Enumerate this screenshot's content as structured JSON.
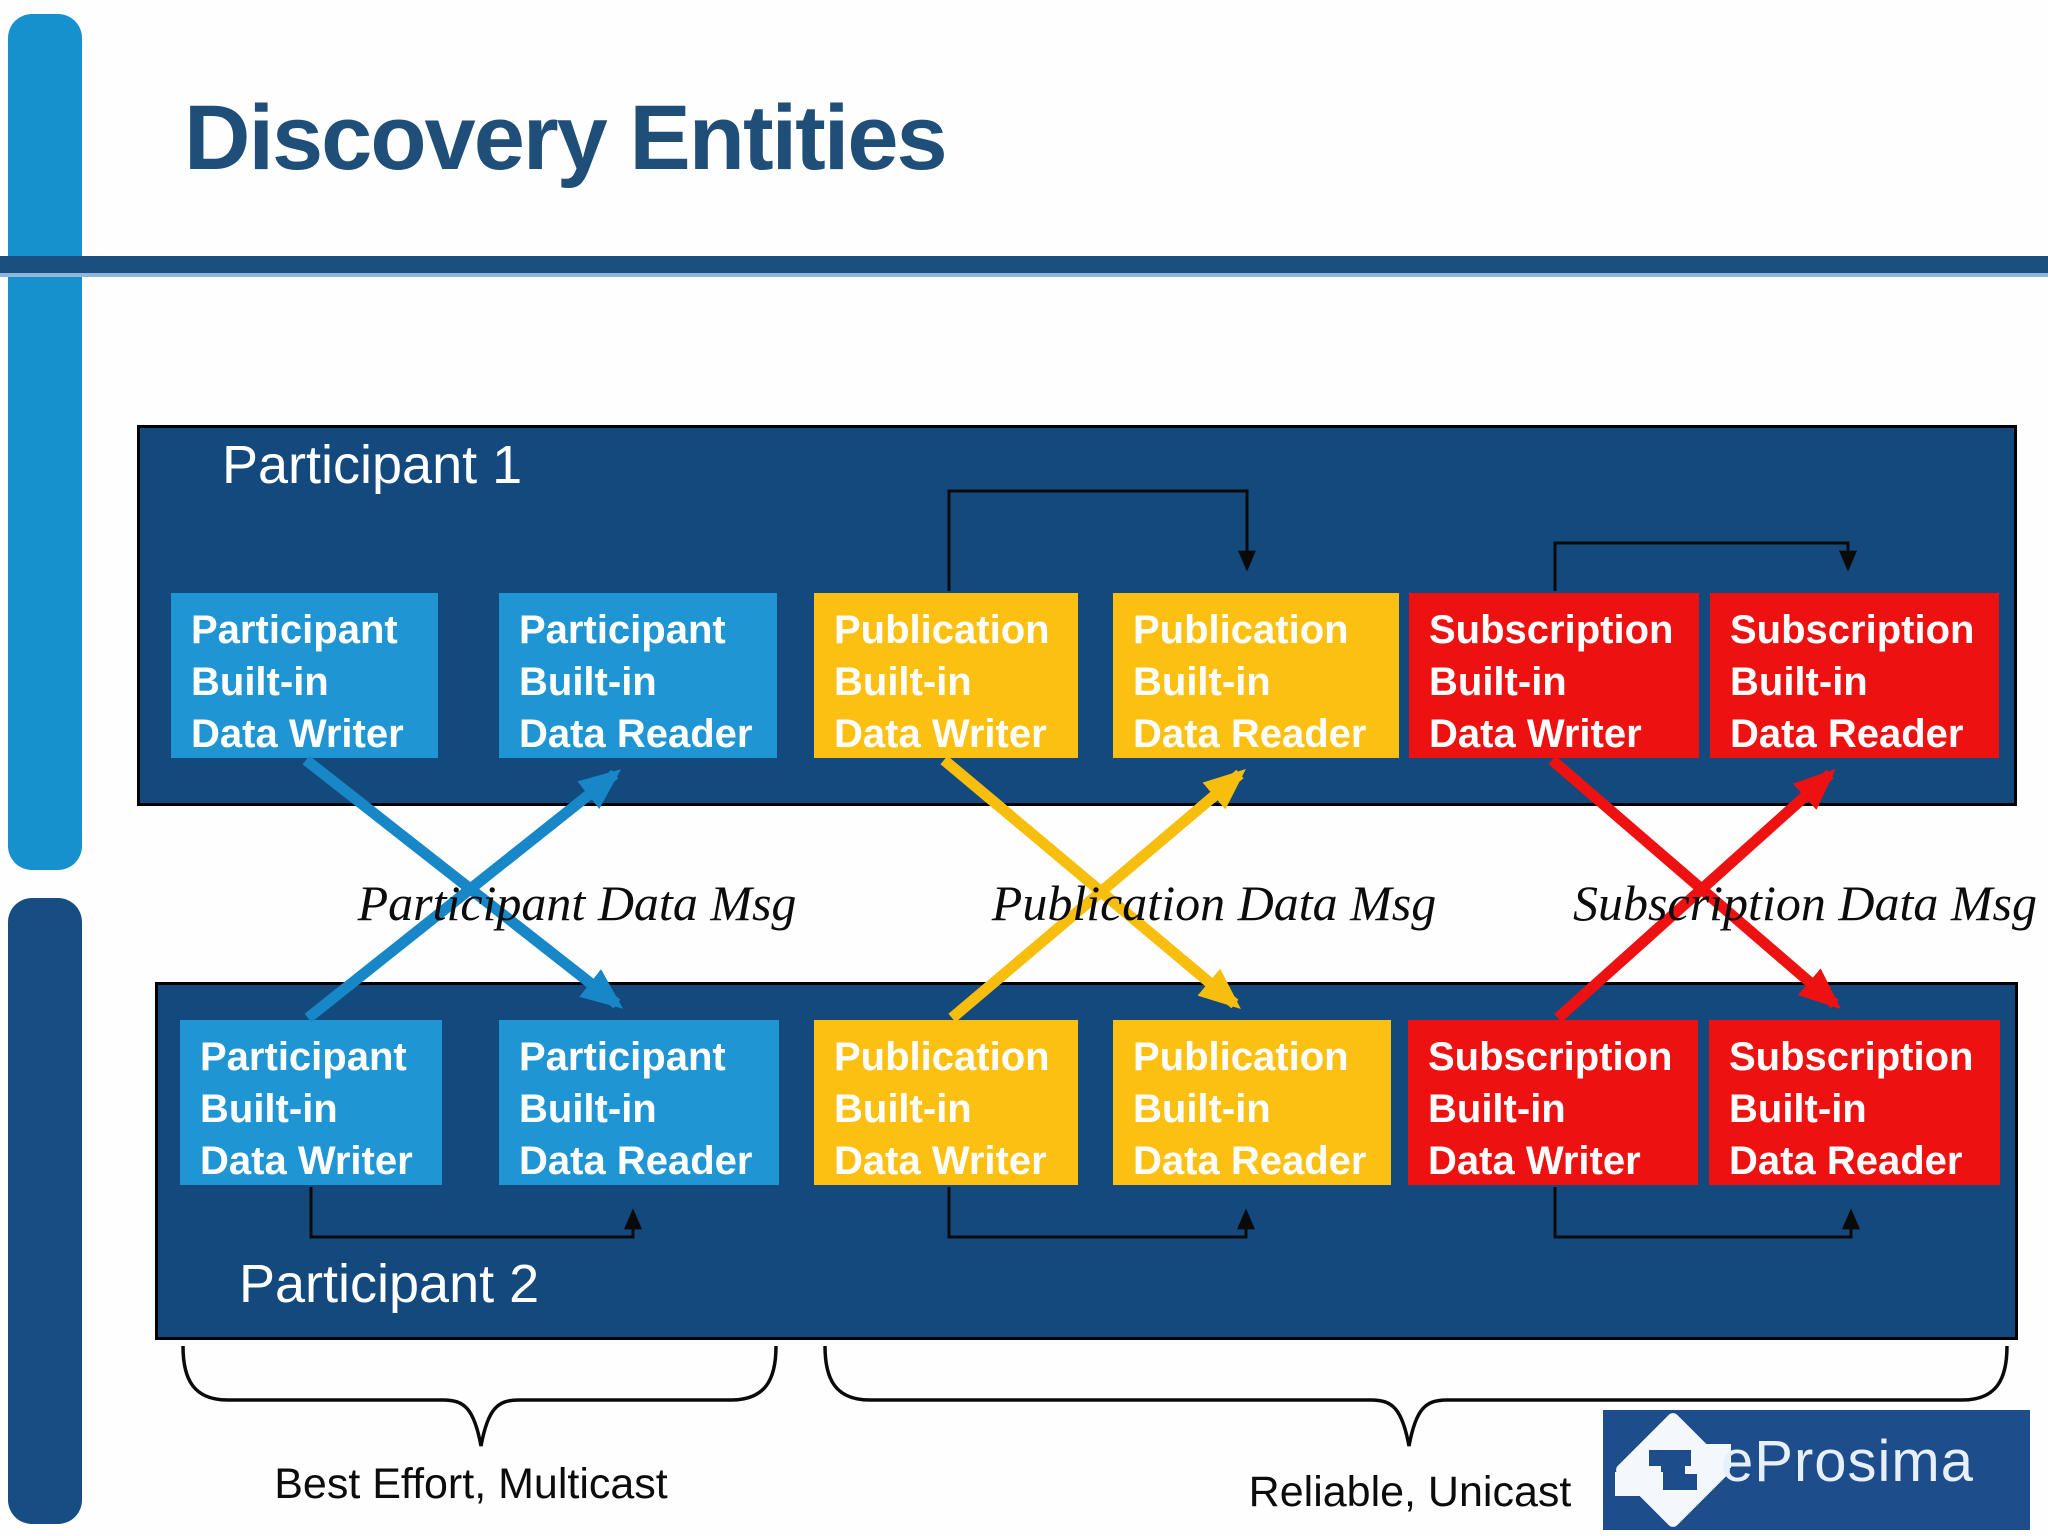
{
  "title": "Discovery Entities",
  "colors": {
    "title_text": "#1F4E79",
    "accent_bar_light": "#1790CE",
    "accent_bar_dark": "#164E83",
    "divider": "#1A4F80",
    "panel_background": "#14497D",
    "box_participant": "#2095D3",
    "box_publication": "#FBC011",
    "box_subscription": "#EE1111",
    "arrow_participant": "#1787C8",
    "arrow_publication": "#F7BE0E",
    "arrow_subscription": "#EE1111",
    "connector": "#0a0a0a",
    "logo_background": "#1D4D8B",
    "logo_text": "#E6EFFB"
  },
  "participant1": {
    "label": "Participant 1",
    "boxes": [
      {
        "lines": [
          "Participant",
          "Built-in",
          "Data Writer"
        ]
      },
      {
        "lines": [
          "Participant",
          "Built-in",
          "Data Reader"
        ]
      },
      {
        "lines": [
          "Publication",
          "Built-in",
          "Data Writer"
        ]
      },
      {
        "lines": [
          "Publication",
          "Built-in",
          "Data Reader"
        ]
      },
      {
        "lines": [
          "Subscription",
          "Built-in",
          "Data Writer"
        ]
      },
      {
        "lines": [
          "Subscription",
          "Built-in",
          "Data Reader"
        ]
      }
    ]
  },
  "participant2": {
    "label": "Participant 2",
    "boxes": [
      {
        "lines": [
          "Participant",
          "Built-in",
          "Data Writer"
        ]
      },
      {
        "lines": [
          "Participant",
          "Built-in",
          "Data Reader"
        ]
      },
      {
        "lines": [
          "Publication",
          "Built-in",
          "Data Writer"
        ]
      },
      {
        "lines": [
          "Publication",
          "Built-in",
          "Data Reader"
        ]
      },
      {
        "lines": [
          "Subscription",
          "Built-in",
          "Data Writer"
        ]
      },
      {
        "lines": [
          "Subscription",
          "Built-in",
          "Data Reader"
        ]
      }
    ]
  },
  "messages": [
    {
      "label": "Participant Data Msg"
    },
    {
      "label": "Publication Data Msg"
    },
    {
      "label": "Subscription Data Msg"
    }
  ],
  "footnotes": [
    {
      "label": "Best Effort, Multicast"
    },
    {
      "label": "Reliable, Unicast"
    }
  ],
  "logo": {
    "text": "eProsima"
  }
}
